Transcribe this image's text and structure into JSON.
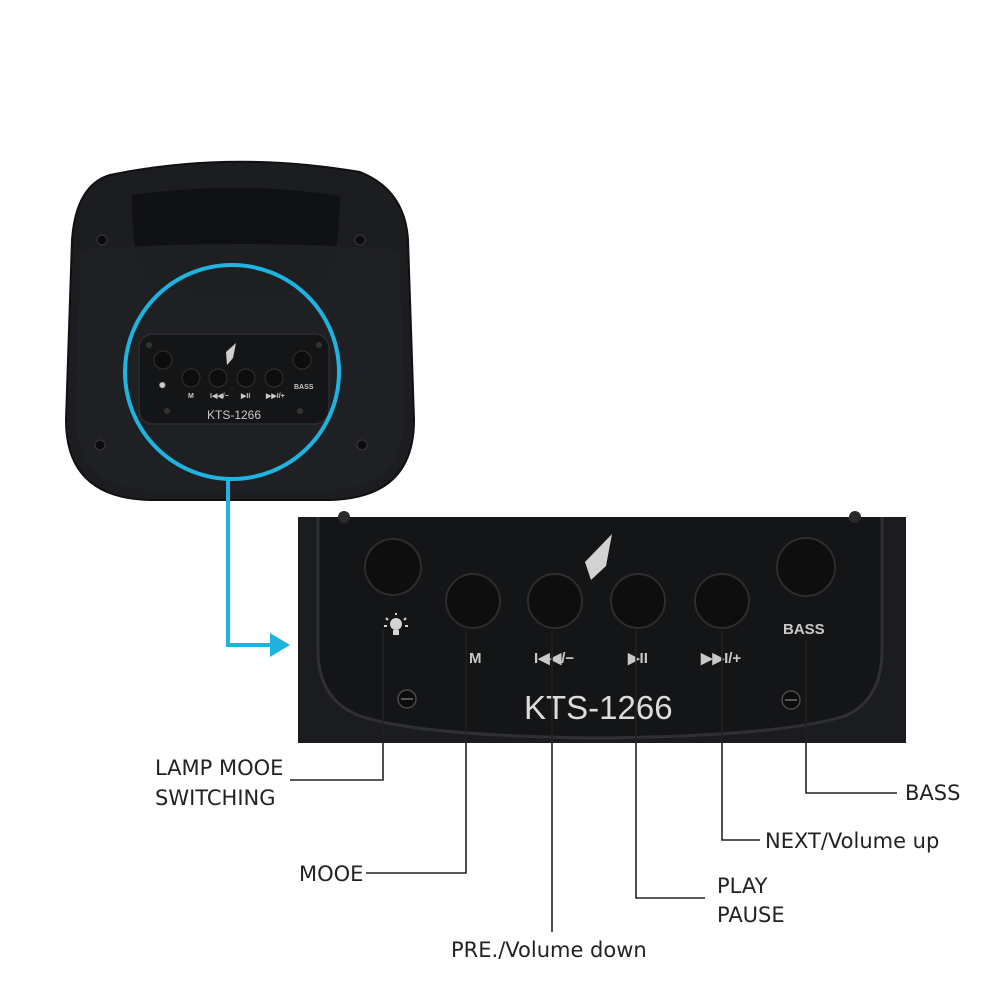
{
  "product": {
    "model_small": "KTS-1266",
    "model_large": "KTS-1266"
  },
  "buttons": [
    {
      "key": "lamp",
      "glyph": "lamp-icon"
    },
    {
      "key": "mode",
      "label": "M"
    },
    {
      "key": "prev",
      "label": "I◀◀/−"
    },
    {
      "key": "play",
      "label": "▶II"
    },
    {
      "key": "next",
      "label": "▶▶I/+"
    },
    {
      "key": "bass",
      "label": "BASS"
    }
  ],
  "callouts": {
    "lamp_line1": "LAMP MOOE",
    "lamp_line2": "SWITCHING",
    "mode": "MOOE",
    "prev": "PRE./Volume down",
    "play_line1": "PLAY",
    "play_line2": "PAUSE",
    "next": "NEXT/Volume up",
    "bass": "BASS"
  },
  "colors": {
    "accent": "#1fb3e0",
    "device": "#1e1f22",
    "panel": "#17181a",
    "button": "#0e0e0f"
  }
}
